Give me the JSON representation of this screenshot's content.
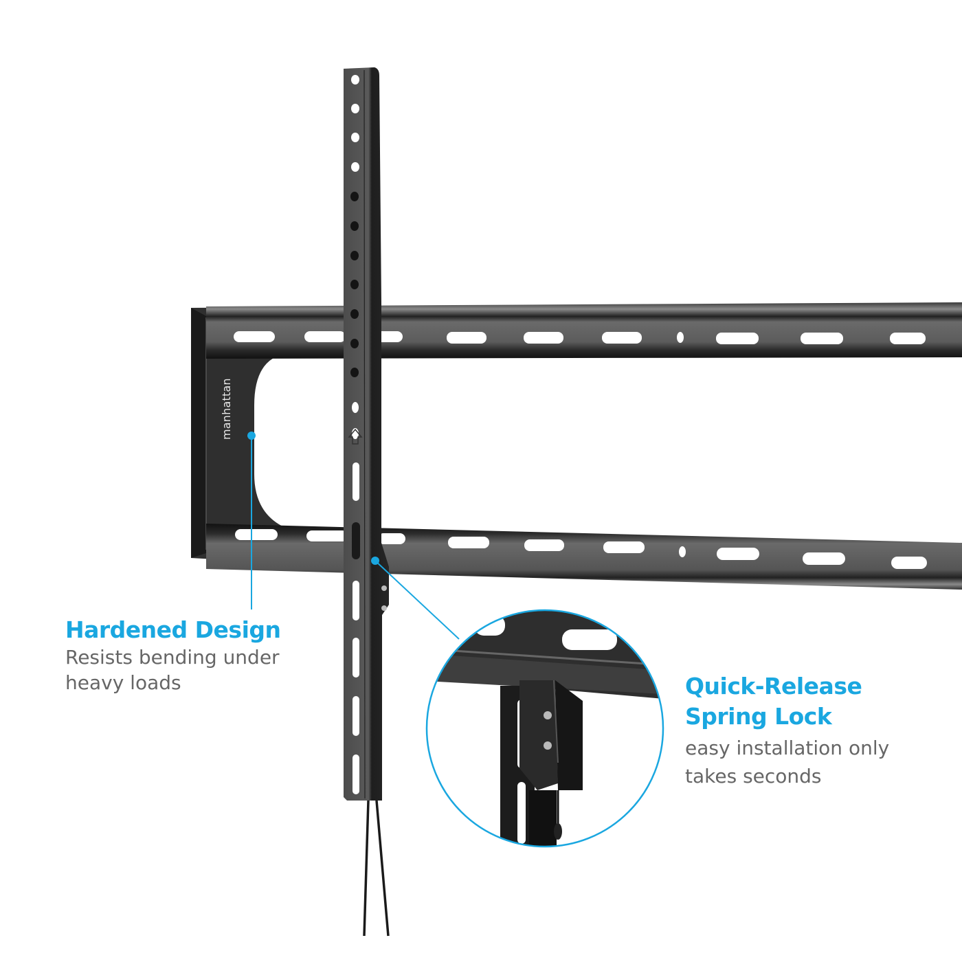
{
  "product": {
    "type": "TV wall mount bracket",
    "brand_mark": "manhattan"
  },
  "colors": {
    "accent": "#1aa7e0",
    "body_text": "#666666",
    "metal": "#2b2b2b",
    "metal_light": "#4a4a4a",
    "background": "#ffffff"
  },
  "callouts": {
    "hardened": {
      "title": "Hardened Design",
      "description_line1": "Resists bending under",
      "description_line2": "heavy loads"
    },
    "quick_release": {
      "title_line1": "Quick-Release",
      "title_line2": "Spring Lock",
      "description_line1": "easy installation only",
      "description_line2": "takes seconds"
    }
  },
  "icons": {
    "arm_arrow": "up-arrow-icon",
    "callout_dot": "callout-dot-icon"
  }
}
